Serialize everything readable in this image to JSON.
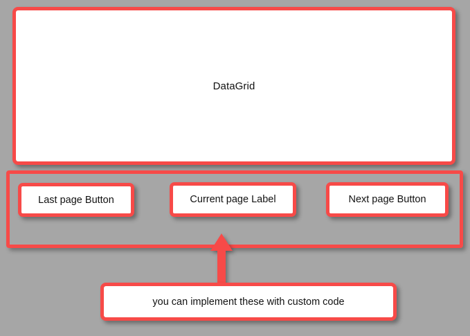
{
  "palette": {
    "background": "#a6a6a6",
    "annotation_red": "#f74a48",
    "box_fill": "#ffffff",
    "text": "#111111"
  },
  "regions": {
    "datagrid": {
      "label": "DataGrid",
      "name": "datagrid-region"
    },
    "pager_group": {
      "name": "pager-group-region",
      "controls": [
        {
          "label": "Last page Button",
          "name": "last-page-button"
        },
        {
          "label": "Current page Label",
          "name": "current-page-label"
        },
        {
          "label": "Next page Button",
          "name": "next-page-button"
        }
      ]
    }
  },
  "callout": {
    "text": "you can implement these with custom code",
    "arrow": {
      "direction": "up",
      "name": "callout-arrow-up"
    }
  }
}
